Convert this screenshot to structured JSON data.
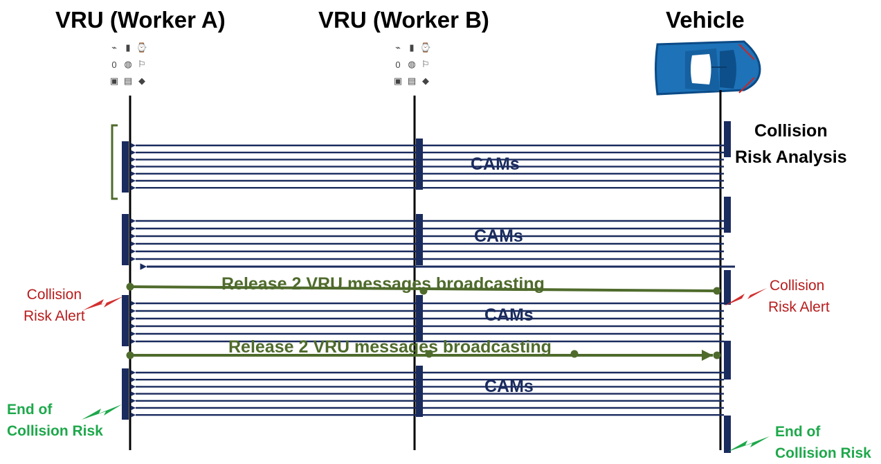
{
  "actors": {
    "worker_a": "VRU (Worker A)",
    "worker_b": "VRU (Worker B)",
    "vehicle": "Vehicle"
  },
  "vehicle_note": {
    "line1": "Collision",
    "line2": "Risk Analysis"
  },
  "cam_label": "CAMs",
  "broadcast_label": "Release 2 VRU messages broadcasting",
  "alert_left": {
    "line1": "Collision",
    "line2": "Risk Alert"
  },
  "alert_right": {
    "line1": "Collision",
    "line2": "Risk Alert"
  },
  "end_left": {
    "line1": "End of",
    "line2": "Collision Risk"
  },
  "end_right": {
    "line1": "End of",
    "line2": "Collision Risk"
  },
  "colors": {
    "arrow_navy": "#1a2b5e",
    "broadcast_green": "#4f6b2c",
    "alert_red": "#d32f2f",
    "end_green": "#1ea84b",
    "vehicle_blue": "#1d72b8"
  },
  "device_icons": [
    "cable-icon",
    "phone-icon",
    "watch-icon",
    "band-icon",
    "bracelet-icon",
    "tag-icon",
    "backpack-icon",
    "reader-icon",
    "sensor-icon"
  ]
}
